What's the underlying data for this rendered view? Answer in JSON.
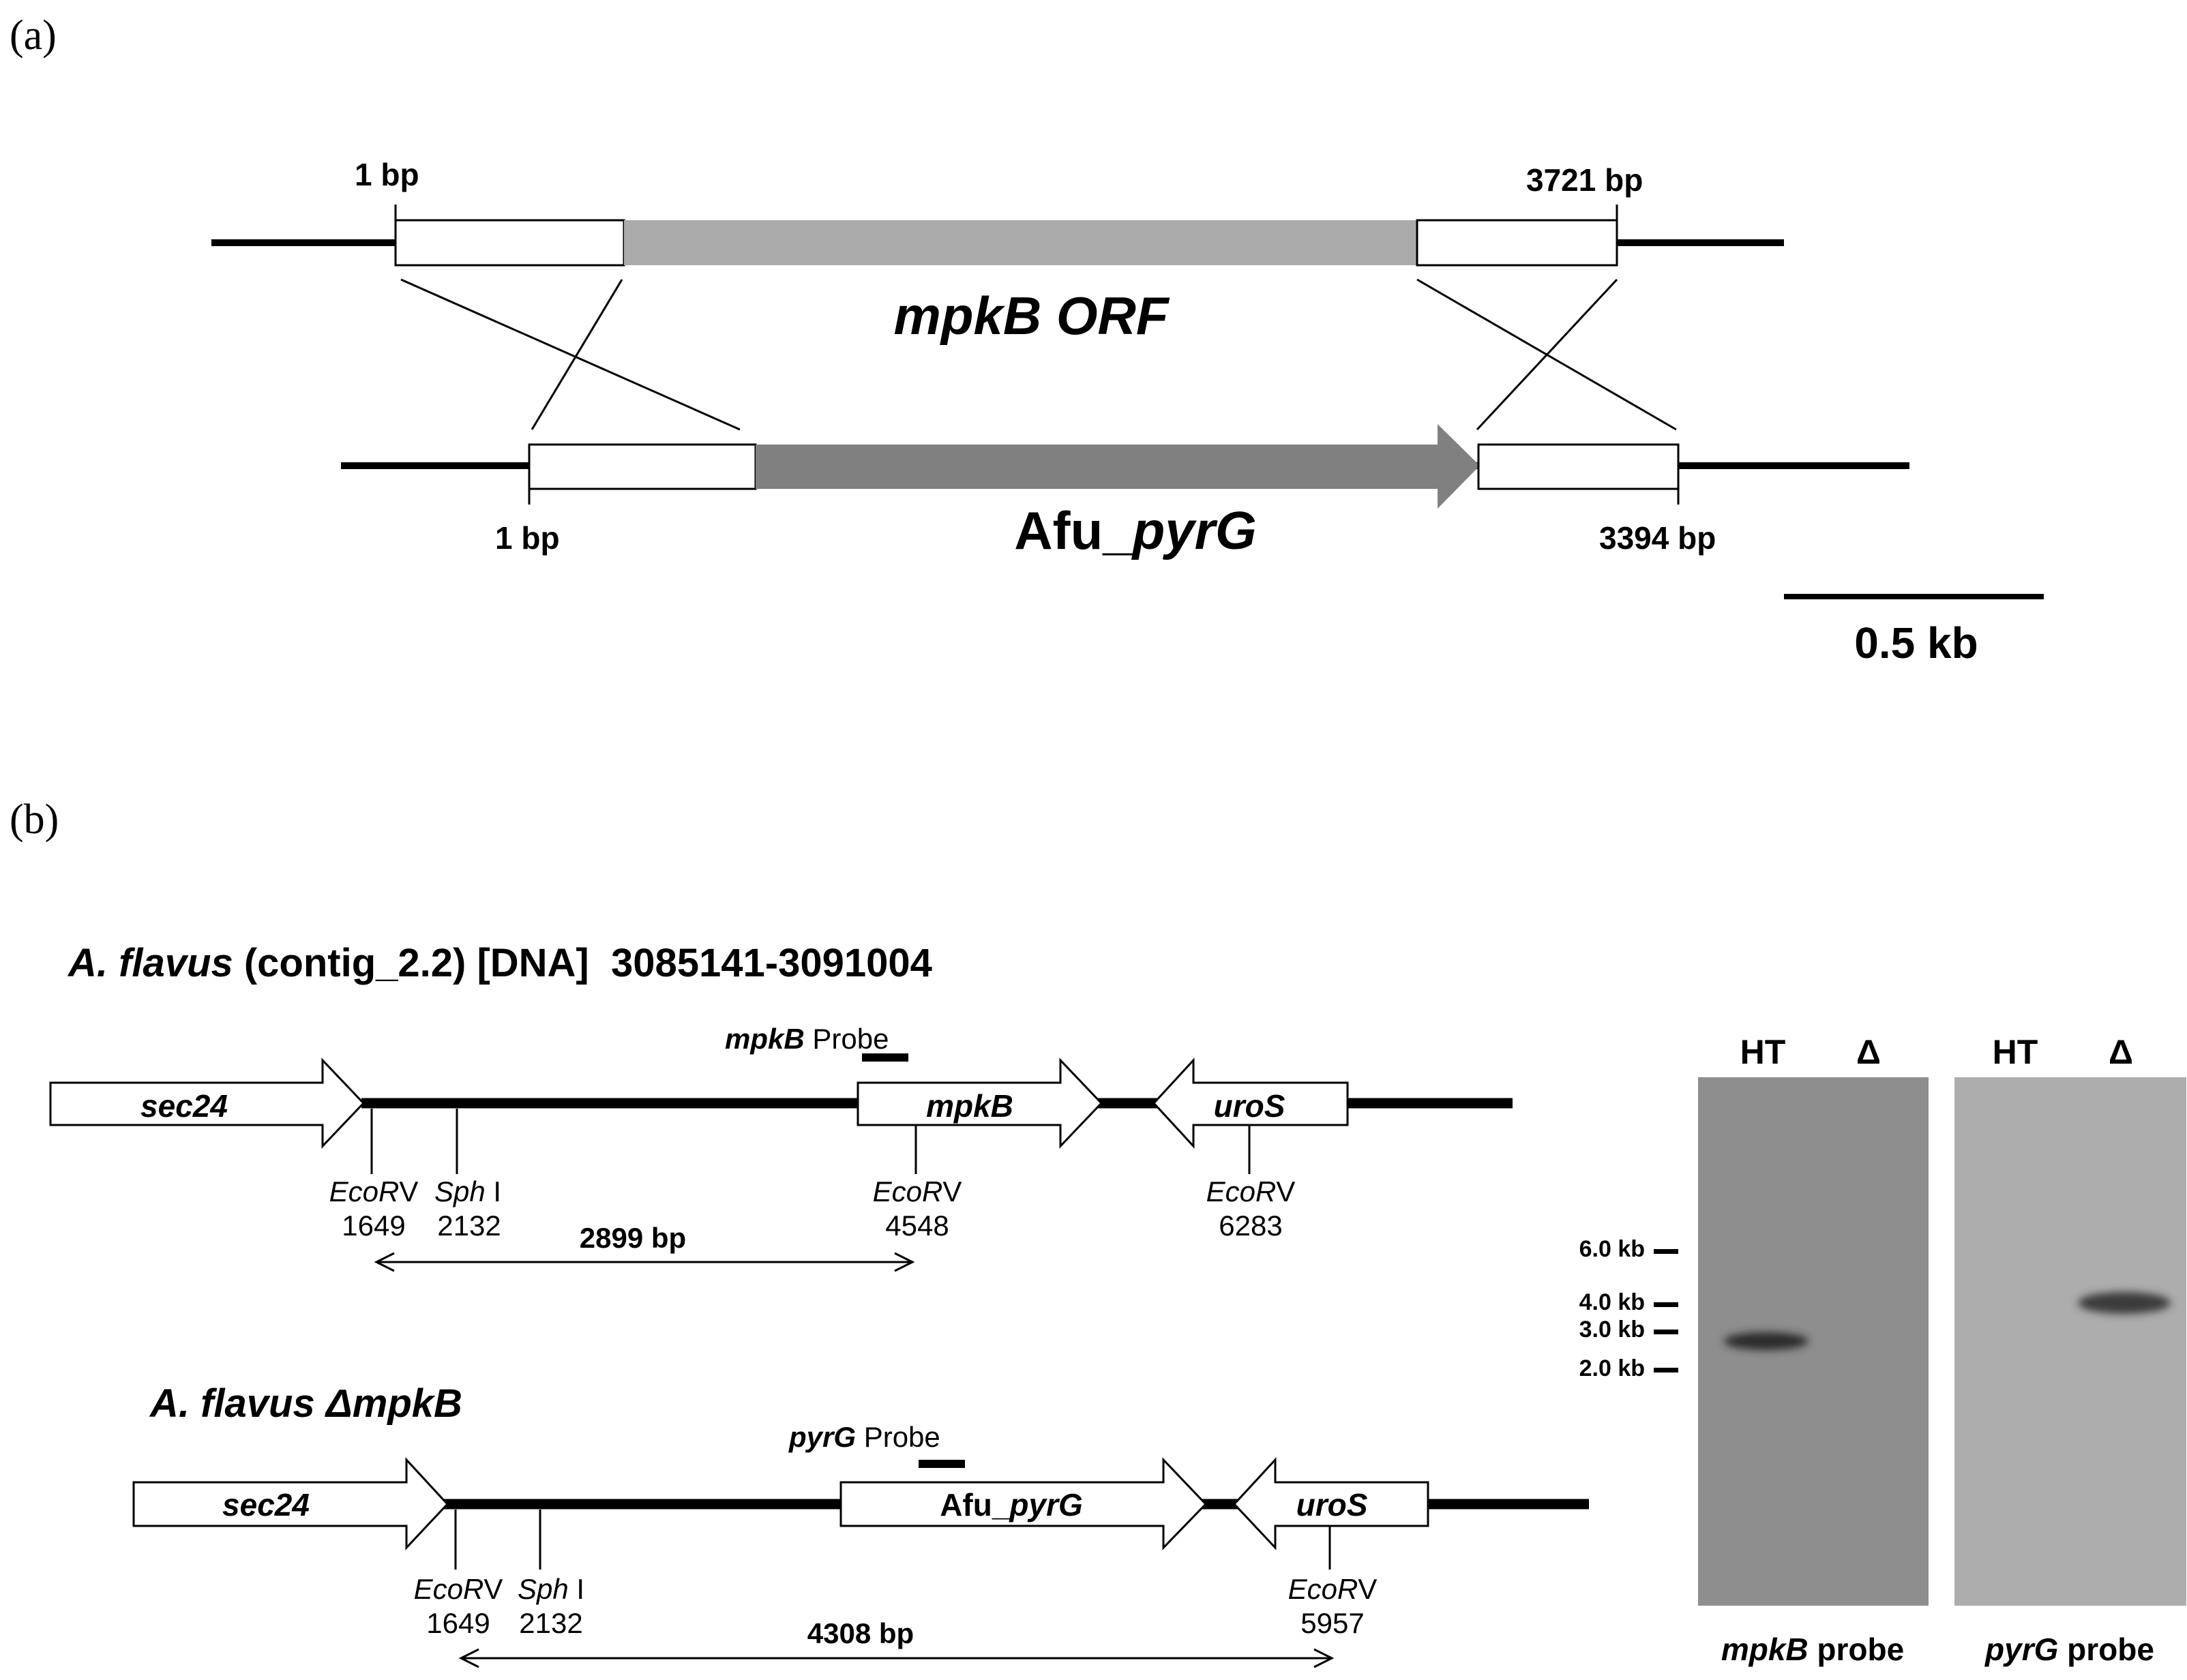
{
  "panel_a": {
    "label": "(a)",
    "wt_start": "1 bp",
    "wt_end": "3721 bp",
    "orf_label": "mpkB ORF",
    "mut_start": "1 bp",
    "mut_end": "3394 bp",
    "marker_prefix": "Afu_",
    "marker_gene": "pyrG",
    "scale_label": "0.5 kb"
  },
  "panel_b": {
    "label": "(b)",
    "wt_title_italic": "A. flavus",
    "wt_title_rest": " (contig_2.2) [DNA]  3085141-3091004",
    "wt_probe_italic": "mpkB",
    "wt_probe_word": " Probe",
    "wt_genes": [
      "sec24",
      "mpkB",
      "uroS"
    ],
    "sites": {
      "ecorv_italic": "EcoR",
      "ecorv_suffix": "V",
      "sph_italic": "Sph",
      "sph_suffix": " I"
    },
    "wt_positions": [
      "1649",
      "2132",
      "4548",
      "6283"
    ],
    "wt_fragment": "2899 bp",
    "mut_title": "A. flavus ΔmpkB",
    "mut_probe_italic": "pyrG",
    "mut_probe_word": " Probe",
    "mut_genes": [
      "sec24",
      "uroS"
    ],
    "mut_marker_prefix": "Afu_",
    "mut_marker_gene": "pyrG",
    "mut_positions": [
      "1649",
      "2132",
      "5957"
    ],
    "mut_fragment": "4308 bp"
  },
  "blot": {
    "lanes_left": [
      "HT",
      "Δ"
    ],
    "lanes_right": [
      "HT",
      "Δ"
    ],
    "size_markers": [
      "6.0 kb",
      "4.0 kb",
      "3.0 kb",
      "2.0 kb"
    ],
    "caption_left_italic": "mpkB",
    "caption_left_word": " probe",
    "caption_right_italic": "pyrG",
    "caption_right_word": " probe",
    "colors": {
      "left_membrane": "#8e8e8e",
      "right_membrane": "#adadad",
      "band": "#2a2a2a"
    }
  },
  "colors": {
    "wt_orf_fill": "#aaaaaa",
    "marker_fill": "#808080"
  }
}
